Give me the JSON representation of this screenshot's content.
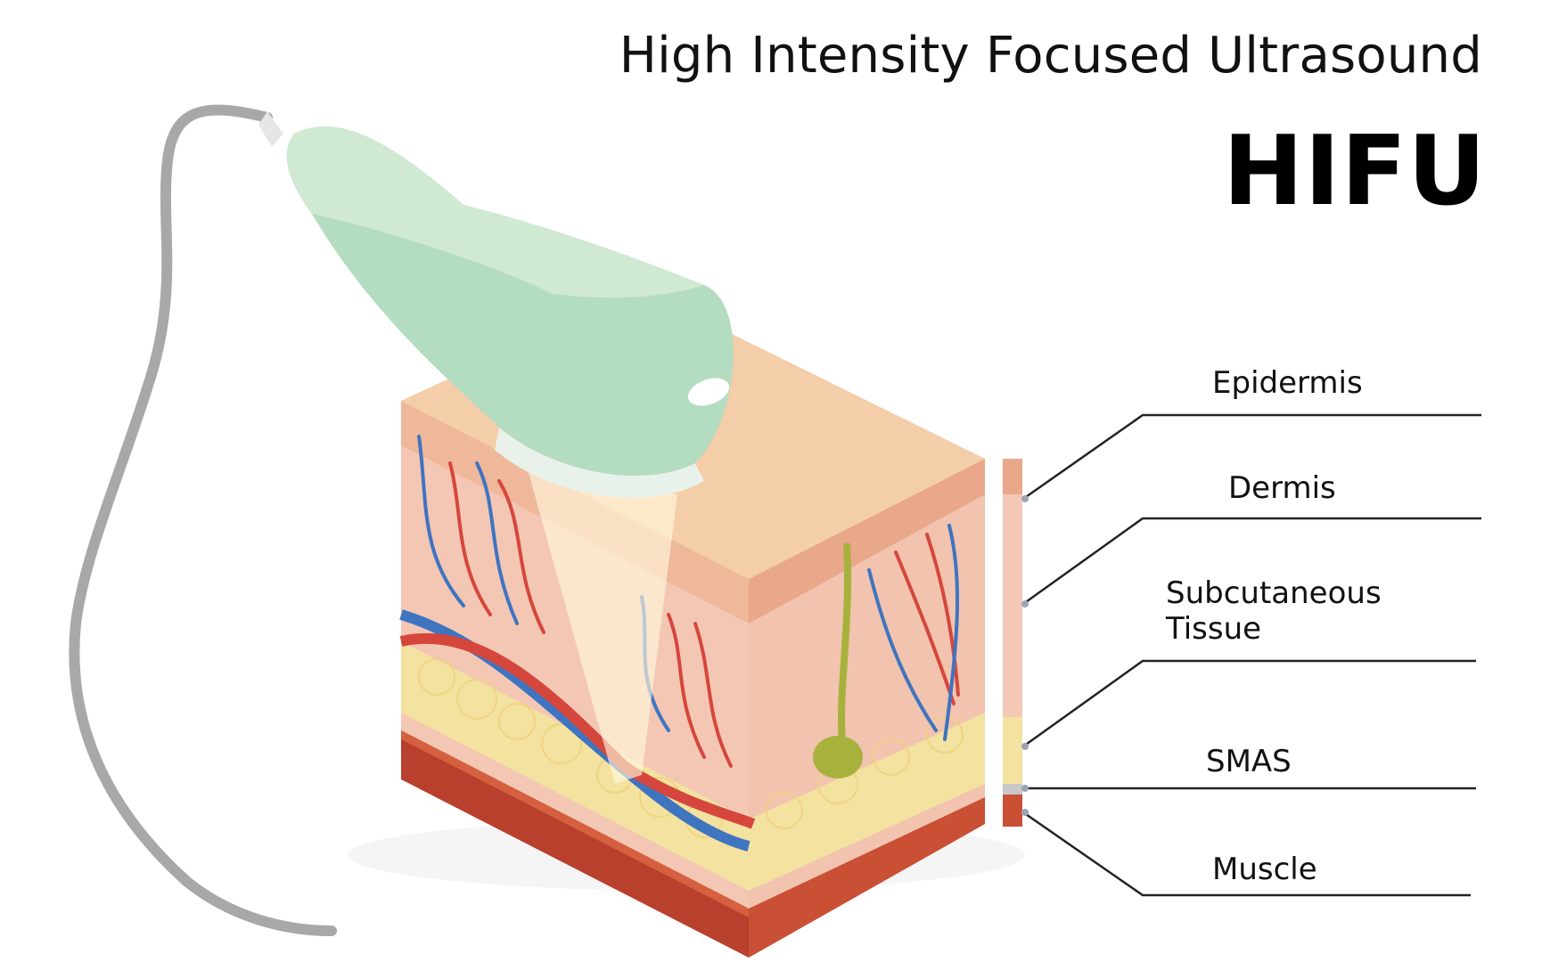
{
  "header": {
    "subtitle": "High Intensity Focused Ultrasound",
    "acronym": "HIFU"
  },
  "layers": [
    {
      "id": "epidermis",
      "label": "Epidermis"
    },
    {
      "id": "dermis",
      "label": "Dermis"
    },
    {
      "id": "subcutaneous",
      "label": "Subcutaneous\nTissue"
    },
    {
      "id": "smas",
      "label": "SMAS"
    },
    {
      "id": "muscle",
      "label": "Muscle"
    }
  ],
  "colors": {
    "probe": "#b4dcc0",
    "probe_dark": "#93c6a6",
    "cable": "#a9a9a9",
    "epidermis": "#f0c9a4",
    "dermis": "#f2c0ae",
    "fat": "#f3e2a2",
    "muscle": "#b8402c",
    "vein": "#3f74c0",
    "artery": "#d5473c",
    "follicle": "#a7b23c"
  }
}
